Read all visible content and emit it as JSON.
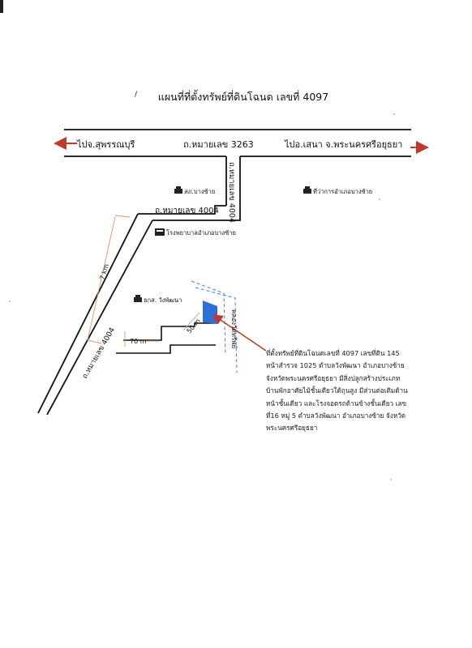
{
  "title": "แผนที่ที่ตั้งทรัพย์ที่ดินโฉนด เลขที่ 4097",
  "roads": {
    "west_direction": "ไปจ.สุพรรณบุรี",
    "main_road": "ถ.หมายเลข 3263",
    "east_direction": "ไปอ.เสนา จ.พระนครศรีอยุธยา",
    "vertical_road": "ถ.หมายเลข 4004",
    "branch_road": "ถ.หมายเลข 4004",
    "diagonal_road": "ถ.หมายเลข 4004",
    "canal": "คลองวัดทรัพย์"
  },
  "landmarks": {
    "police": "สภ.บางซ้าย",
    "district_office": "ที่ว่าการอำเภอบางซ้าย",
    "hospital": "โรงพยาบาลอำเภอบางซ้าย",
    "bank": "ธกส. วังพัฒนา"
  },
  "distances": {
    "diagonal": "7 km",
    "lane_length": "70 m",
    "to_site": "50 m"
  },
  "description": "ที่ตั้งทรัพย์ที่ดินโฉนดเลขที่ 4097 เลขที่ดิน 145 หน้าสำรวจ 1025 ตำบลวังพัฒนา อำเภอบางซ้าย จังหวัดพระนครศรีอยุธยา มีสิ่งปลูกสร้างประเภทบ้านพักอาศัยไม้ชั้นเดียวใต้ถุนสูง มีส่วนต่อเติมด้านหน้าชั้นเดียว และโรงจอดรถด้านข้างชั้นเดียว เลขที่16 หมู่ 5 ตำบลวังพัฒนา อำเภอบางซ้าย จังหวัดพระนครศรีอยุธยา",
  "colors": {
    "arrow": "#c0392b",
    "site_fill": "#2f6fd6",
    "canal": "#4a7fd4",
    "measure": "#e0956a"
  }
}
